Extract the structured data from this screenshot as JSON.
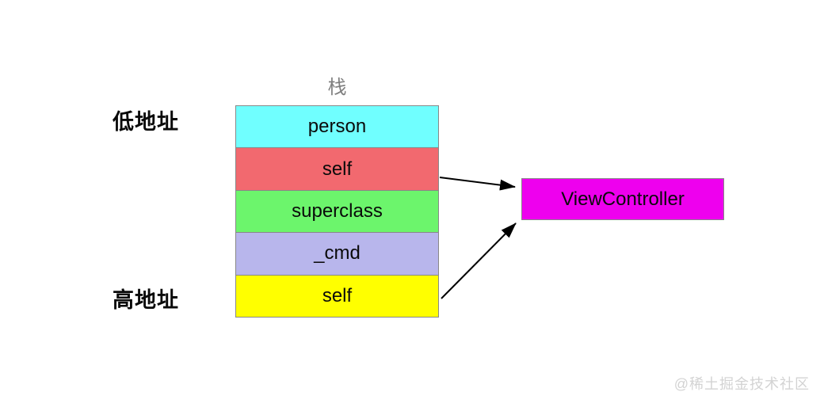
{
  "diagram": {
    "stack_title": "栈",
    "low_address_label": "低地址",
    "high_address_label": "高地址",
    "frames": [
      {
        "label": "person",
        "color": "#70FFFF"
      },
      {
        "label": "self",
        "color": "#F2696F"
      },
      {
        "label": "superclass",
        "color": "#6CF56C"
      },
      {
        "label": "_cmd",
        "color": "#B8B6EC"
      },
      {
        "label": "self",
        "color": "#FFFF00"
      }
    ],
    "target": {
      "label": "ViewController",
      "color": "#EE00EE"
    },
    "arrows": [
      {
        "from": "self (frame 2)",
        "to": "ViewController"
      },
      {
        "from": "self (frame 5)",
        "to": "ViewController"
      }
    ],
    "colors": {
      "arrow": "#000000",
      "border": "#888888",
      "title_gray": "#7F7F7F",
      "watermark_gray": "#D3D3D3"
    },
    "watermark": "@稀土掘金技术社区"
  }
}
